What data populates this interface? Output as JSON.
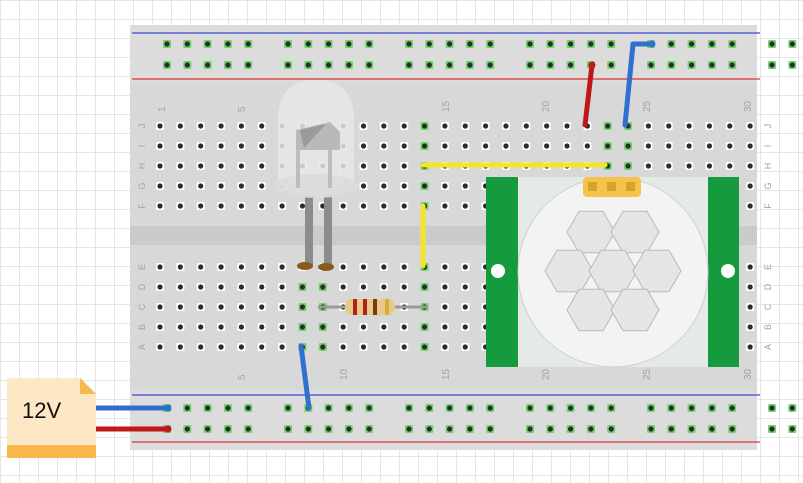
{
  "power_source": {
    "label": "12V",
    "fill_color": "#fde7c4",
    "fold_color": "#f6b94a",
    "icon": "battery-icon"
  },
  "breadboard": {
    "board_color": "#d8d8d8",
    "rail_color": "#dcdcdc",
    "positive_line_color": "#e03232",
    "negative_line_color": "#3a48d6",
    "row_letters_top": [
      "J",
      "I",
      "H",
      "G",
      "F"
    ],
    "row_letters_bottom": [
      "E",
      "D",
      "C",
      "B",
      "A"
    ],
    "column_labels_top": [
      "1",
      "5",
      "15",
      "20",
      "25",
      "30"
    ],
    "column_labels_bottom": [
      "5",
      "10",
      "15",
      "20",
      "25",
      "30"
    ],
    "column_count": 30
  },
  "components": {
    "led": {
      "icon": "led-icon",
      "color": "#e8e8e8"
    },
    "resistor": {
      "icon": "resistor-icon",
      "body_color": "#e9c98a",
      "bands": [
        "#b02020",
        "#b02020",
        "#7a3a10",
        "#d4af37"
      ]
    },
    "pir_sensor": {
      "icon": "pir-motion-sensor-icon",
      "board_color": "#159a3e",
      "dome_color": "#efefef",
      "pin_color": "#f6c34a"
    }
  },
  "wires": {
    "blue": "#2f6fd0",
    "red": "#c01818",
    "yellow": "#f5e52a"
  }
}
